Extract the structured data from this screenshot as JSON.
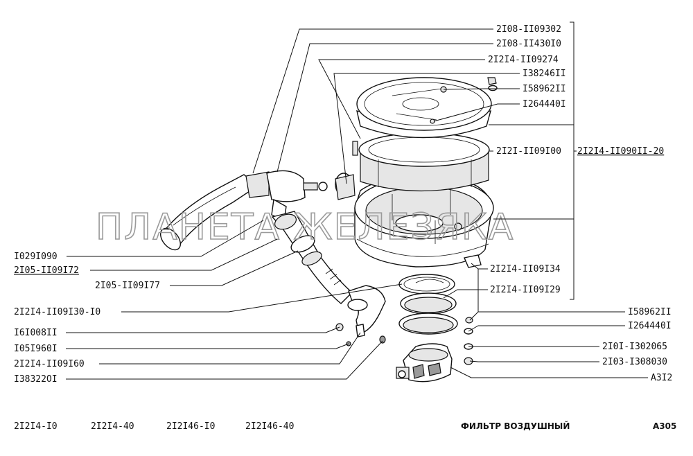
{
  "watermark": "ПЛАНЕТА ЖЕЛЕЗЯКА",
  "labels_right": {
    "l1": "2I08-II09302",
    "l2": "2I08-II430I0",
    "l3": "2I2I4-II09274",
    "l4": "I38246II",
    "l5": "I58962II",
    "l6": "I264440I",
    "l7": "2I2I-II09I00",
    "assembly": "2I2I4-II090II-20",
    "l8": "2I2I4-II09I34",
    "l9": "2I2I4-II09I29",
    "l10": "I58962II",
    "l11": "I264440I",
    "l12": "2I0I-I302065",
    "l13": "2I03-I308030",
    "l14": "A3I2"
  },
  "labels_left": {
    "l1": "I029I090",
    "l2": "2I05-II09I72",
    "l3": "2I05-II09I77",
    "l4": "2I2I4-II09I30-I0",
    "l5": "I6I008II",
    "l6": "I05I960I",
    "l7": "2I2I4-II09I60",
    "l8": "I38322OI"
  },
  "footer": {
    "m1": "2I2I4-I0",
    "m2": "2I2I4-40",
    "m3": "2I2I46-I0",
    "m4": "2I2I46-40",
    "title": "ФИЛЬТР ВОЗДУШНЫЙ",
    "page": "A305"
  }
}
